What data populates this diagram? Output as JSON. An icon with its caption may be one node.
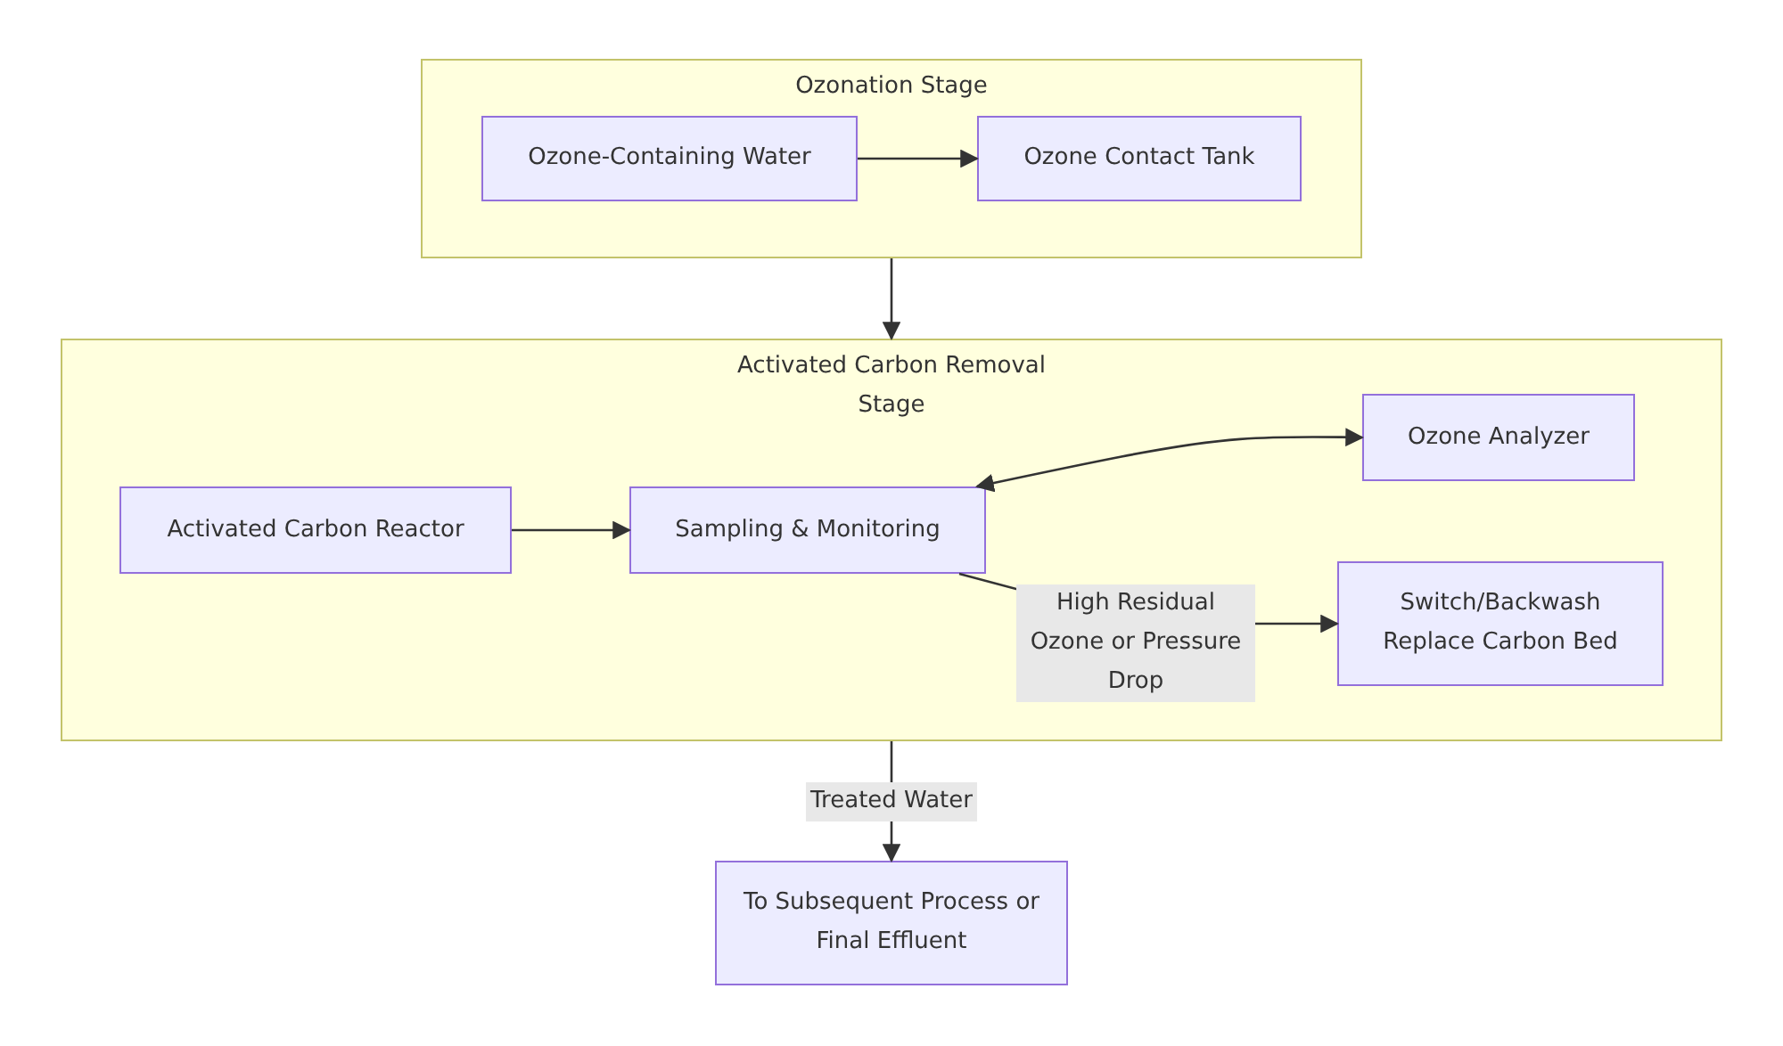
{
  "diagram": {
    "nodes": [
      {
        "text": [
          "Ozonation Stage"
        ]
      },
      {
        "text": [
          "Ozone-Containing Water"
        ],
        "in": 0
      },
      {
        "text": [
          "Ozone Contact Tank"
        ],
        "in": 0
      },
      {
        "text": [
          "Activated Carbon Removal Stage"
        ]
      },
      {
        "text": [
          "Activated Carbon Reactor"
        ],
        "in": 3
      },
      {
        "text": [
          "Sampling & Monitoring"
        ],
        "in": 3
      },
      {
        "text": [
          "Ozone Analyzer"
        ],
        "in": 3
      },
      {
        "text": [
          "Switch/Backwash Replace Carbon Bed"
        ],
        "in": 3
      },
      {
        "text": [
          "To Subsequent Process or Final Effluent"
        ]
      }
    ],
    "edges": [
      {
        "from": 1,
        "to": 2,
        "arrow": "to"
      },
      {
        "from": 0,
        "to": 3,
        "arrow": "to"
      },
      {
        "from": 4,
        "to": 5,
        "arrow": "to"
      },
      {
        "from": 5,
        "to": 6,
        "arrow": "both"
      },
      {
        "from": 5,
        "to": 7,
        "arrow": "to",
        "label": "High Residual Ozone or Pressure Drop"
      },
      {
        "from": 3,
        "to": 8,
        "arrow": "to",
        "label": "Treated Water"
      }
    ]
  }
}
